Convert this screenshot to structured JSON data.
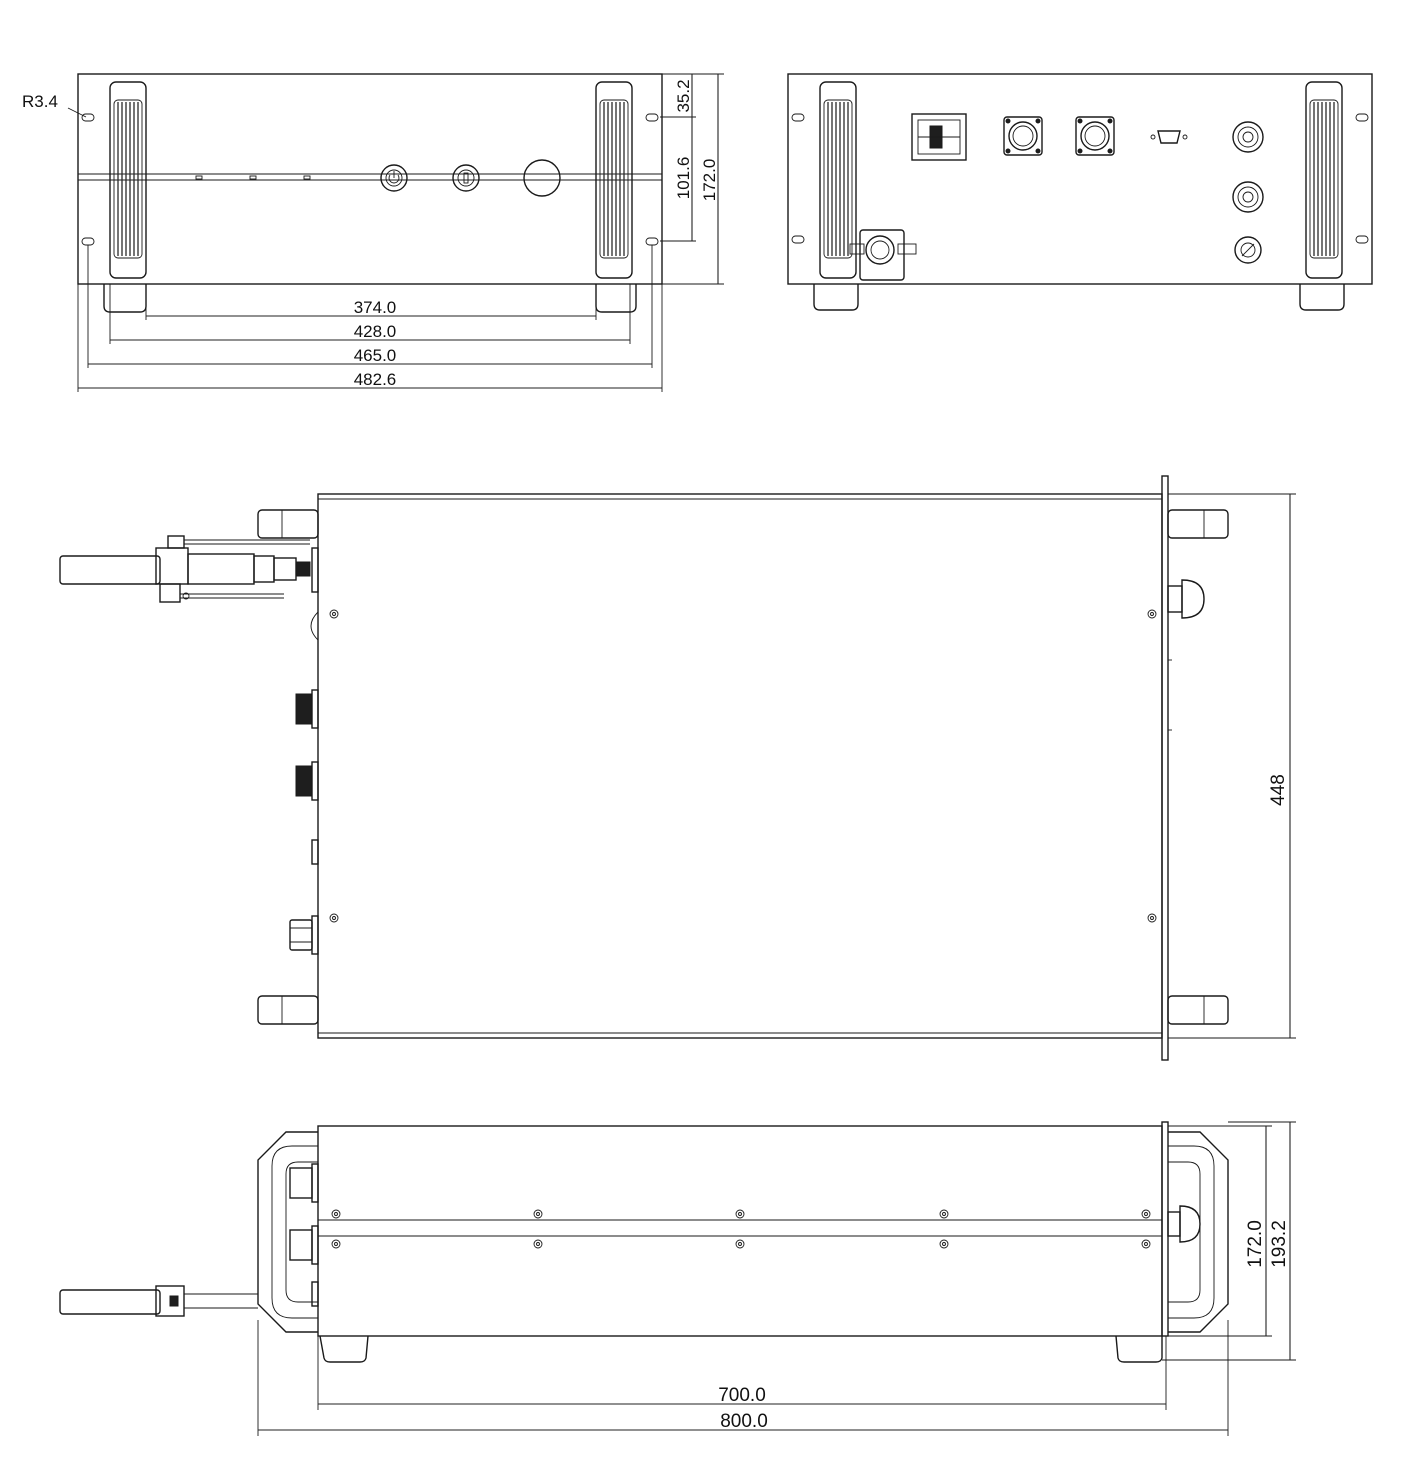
{
  "front_view": {
    "radius_label": "R3.4",
    "dims": {
      "hole_pitch_top": "35.2",
      "hole_pitch_vertical": "101.6",
      "panel_height": "172.0",
      "handle_inner": "374.0",
      "handle_outer": "428.0",
      "hole_spacing": "465.0",
      "panel_width": "482.6"
    }
  },
  "top_view": {
    "dims": {
      "depth": "448"
    }
  },
  "side_view": {
    "dims": {
      "body_height": "172.0",
      "overall_height": "193.2",
      "body_length": "700.0",
      "overall_length": "800.0"
    }
  },
  "colors": {
    "line": "#1a1a1a",
    "background": "#ffffff"
  }
}
